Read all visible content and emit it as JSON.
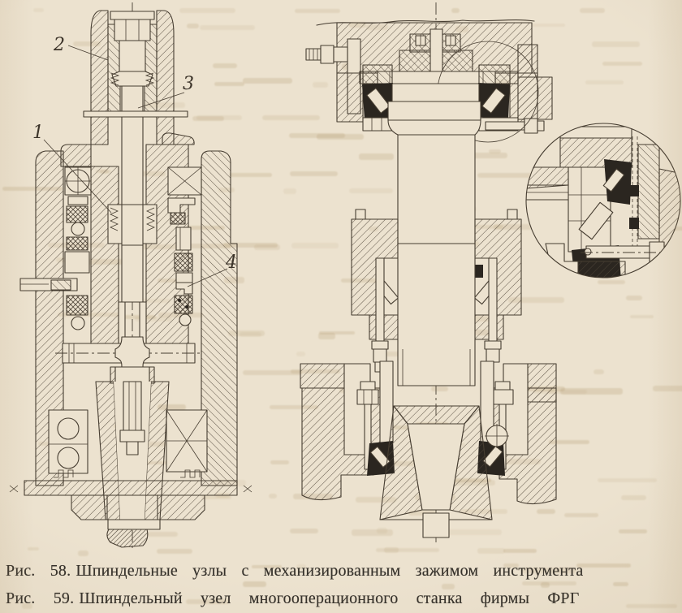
{
  "figures": [
    {
      "label": "Рис. 58.",
      "caption": "Шпиндельные узлы с механизированным зажимом инструмента",
      "callouts": [
        "1",
        "2",
        "3",
        "4"
      ]
    },
    {
      "label": "Рис. 59.",
      "caption": "Шпиндельный узел многооперационного станка фирмы ФРГ",
      "callouts": []
    }
  ],
  "colors": {
    "paper": "#ece2cf",
    "ink": "#463d31",
    "seal_black": "#2b2620",
    "bleedthrough": "#b49c72",
    "caption_ink": "#34302a"
  }
}
